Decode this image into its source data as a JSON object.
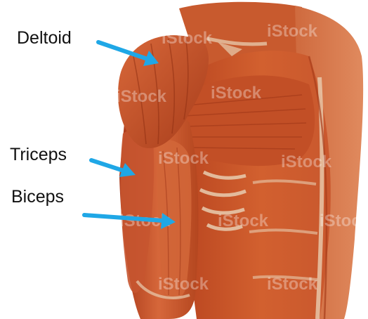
{
  "labels": {
    "deltoid": "Deltoid",
    "triceps": "Triceps",
    "biceps": "Biceps"
  },
  "watermark": "iStock",
  "colors": {
    "muscle": "#c9502a",
    "muscle_dark": "#9c3416",
    "muscle_light": "#e07a4d",
    "tendon": "#e8cdb0",
    "arrow": "#1fa7e6",
    "text": "#111111",
    "background": "#ffffff"
  }
}
